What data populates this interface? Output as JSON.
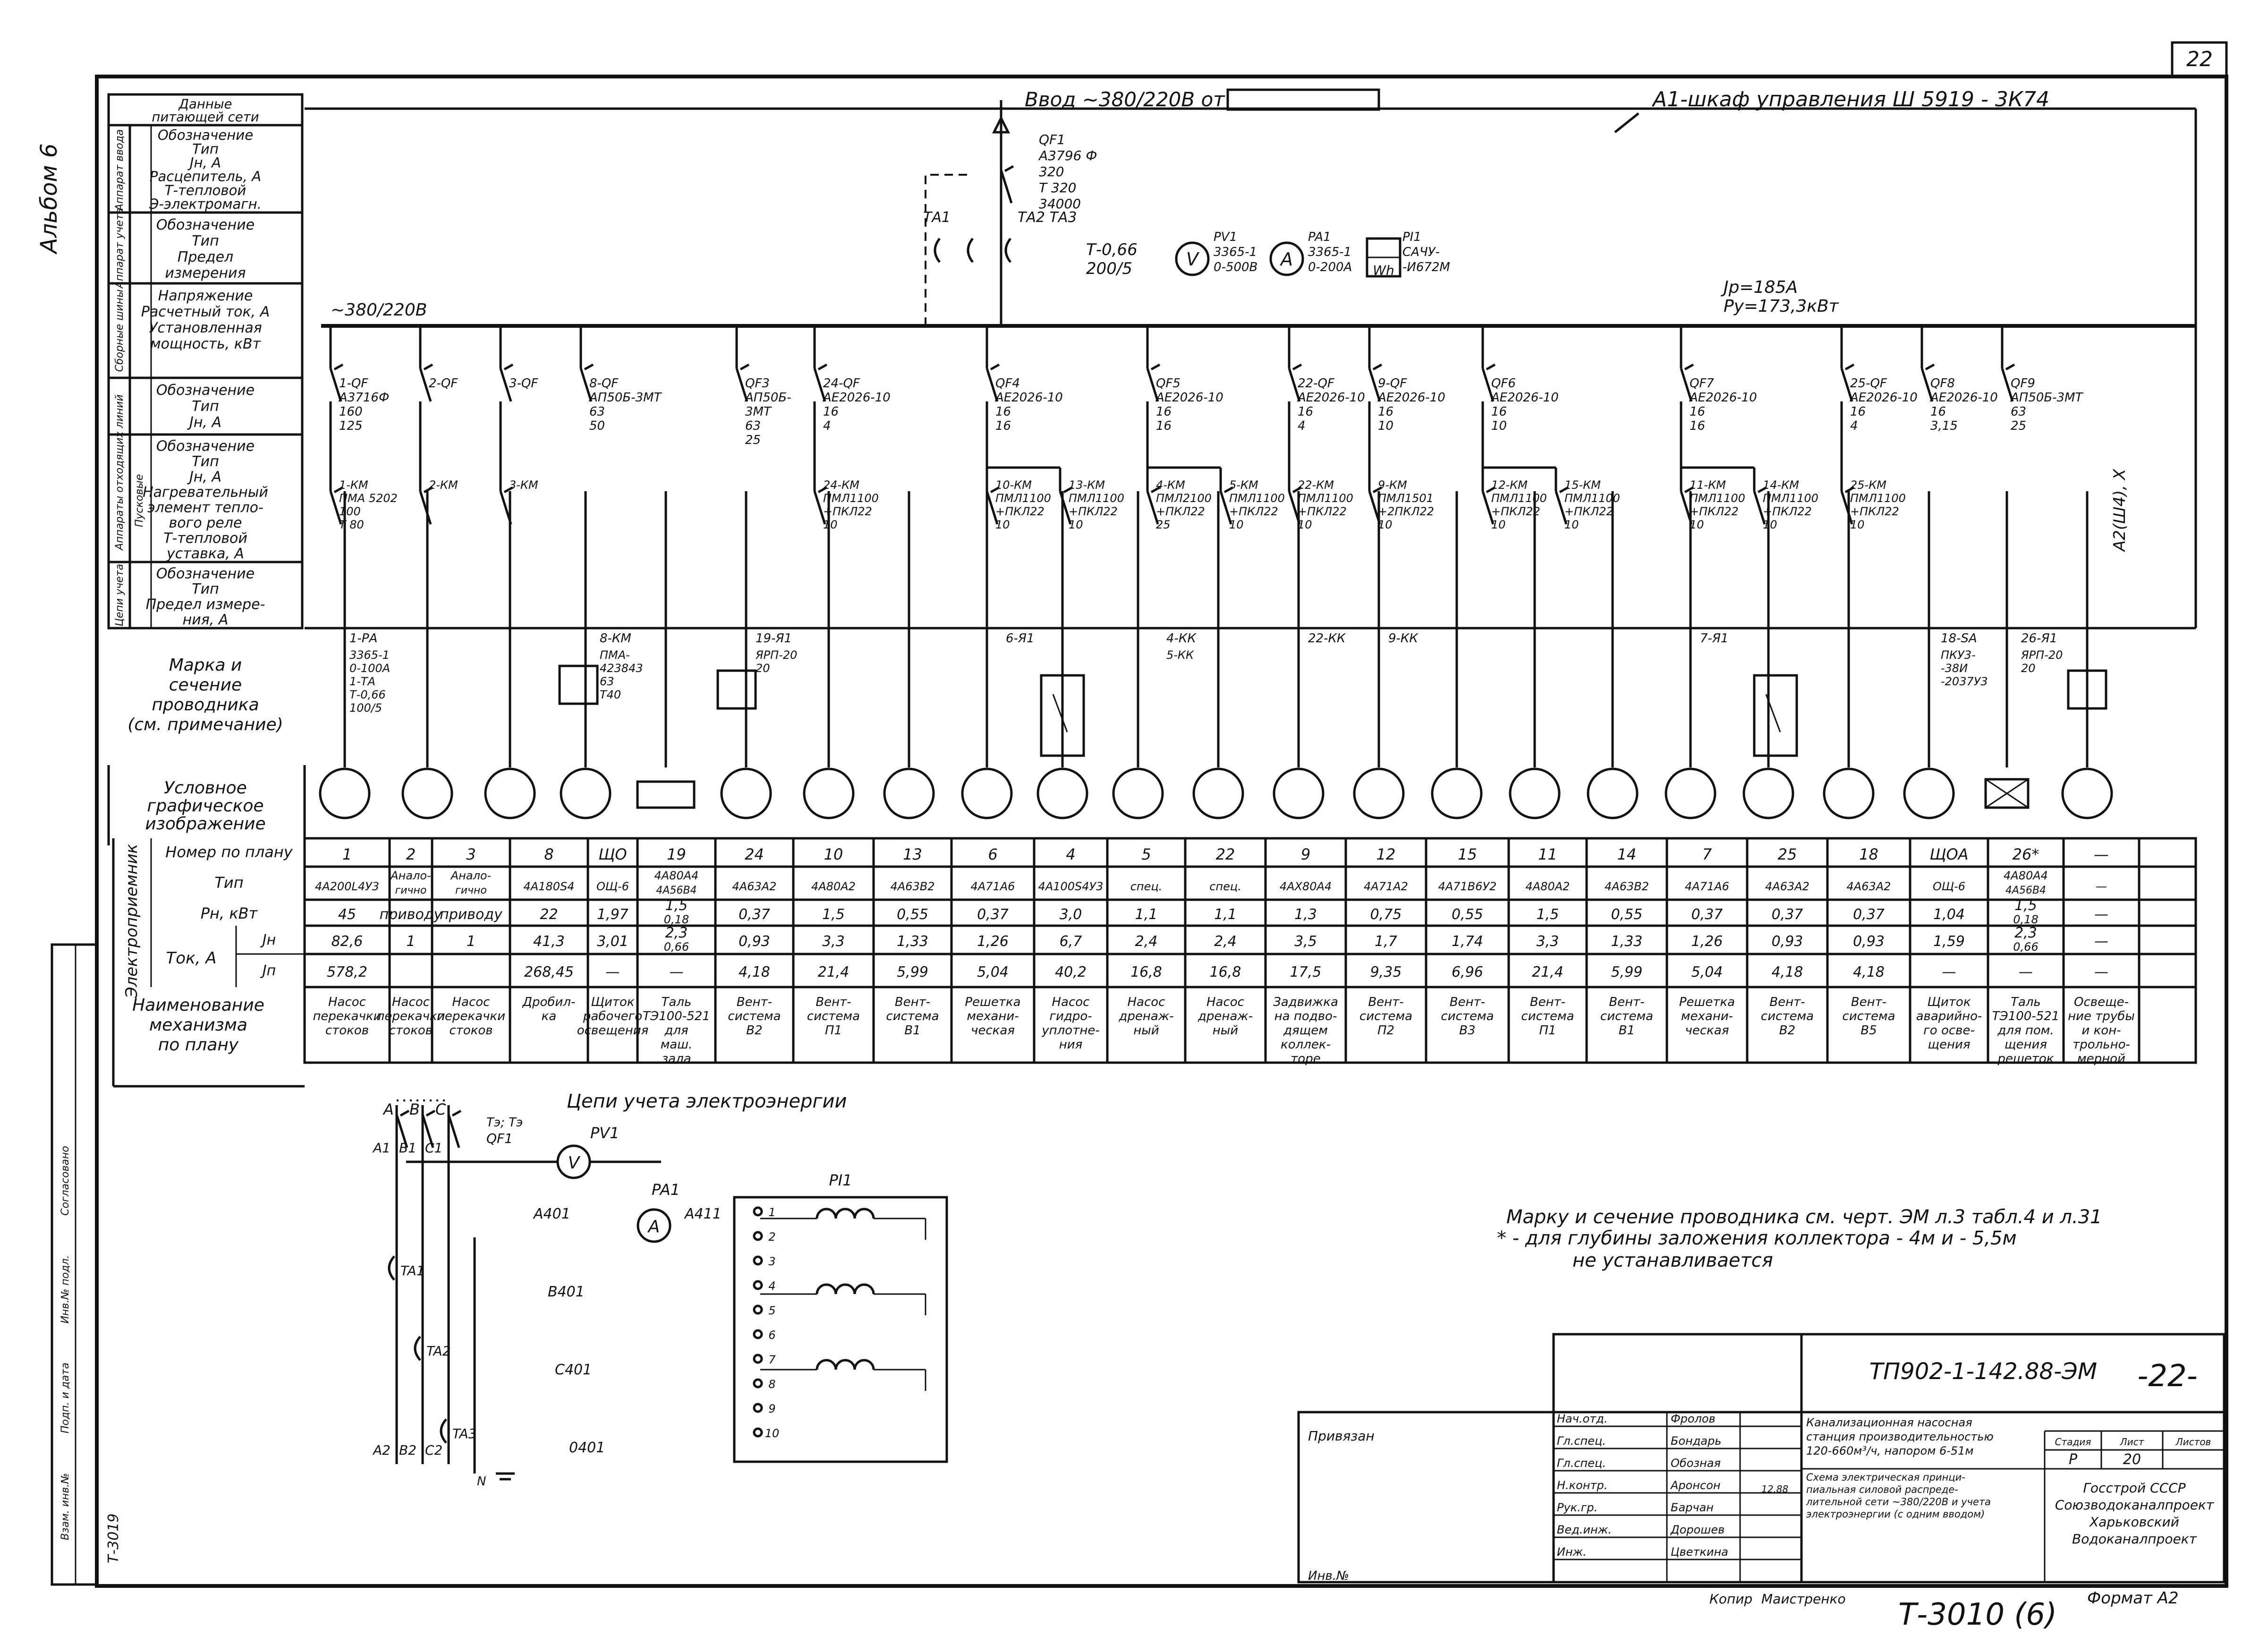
{
  "page_number": "22",
  "stamp": "Альбом 6",
  "title_top": "Ввод ~380/220В от",
  "cabinet": "А1-шкаф управления   Ш 5919 - 3К74",
  "busbar_voltage": "~380/220В",
  "load_total": [
    "Jр=185А",
    "Ру=173,3кВт"
  ],
  "main_breaker": [
    "QF1",
    "А3796 Ф",
    "320",
    "Т 320",
    "34000"
  ],
  "current_transformers": [
    "ТА1",
    "ТА2 ТА3",
    "Т-0,66",
    "200/5"
  ],
  "meters": [
    {
      "symbol": "V",
      "lines": [
        "PV1",
        "3365-1",
        "0-500В"
      ]
    },
    {
      "symbol": "A",
      "lines": [
        "PA1",
        "3365-1",
        "0-200А"
      ]
    },
    {
      "symbol": "Wh",
      "lines": [
        "PI1",
        "САЧУ-",
        "-И672М"
      ]
    }
  ],
  "left_panel": [
    [
      "Данные",
      "питающей сети"
    ],
    [
      "Обозначение",
      "Тип",
      "Jн, А",
      "Расцепитель, А",
      "Т-тепловой",
      "Э-электромагн."
    ],
    [
      "Обозначение",
      "Тип",
      "Предел",
      "измерения"
    ],
    [
      "Напряжение",
      "Расчетный ток, А",
      "Установленная",
      "мощность, кВт"
    ],
    [
      "Обозначение",
      "Тип",
      "Jн, А"
    ],
    [
      "Обозначение",
      "Тип",
      "Jн, А",
      "Нагревательный",
      "элемент тепло-",
      "вого реле",
      "Т-тепловой",
      "уставка, А"
    ],
    [
      "Обозначение",
      "Тип",
      "Предел измере-",
      "ния, А"
    ]
  ],
  "left_side_labels": [
    "Аппарат ввода",
    "Аппарат учета",
    "Сборные шины",
    "Аппараты отходящих линий",
    "Пусковые",
    "Цепи учета"
  ],
  "marking_label": [
    "Марка и",
    "сечение",
    "проводника",
    "(см. примечание)"
  ],
  "symbol_label": [
    "Условное",
    "графическое",
    "изображение"
  ],
  "consumer_label": "Электроприемник",
  "row_headers": {
    "plan": "Номер по плану",
    "type": "Тип",
    "power": "Рн, кВт",
    "current": "Ток, А",
    "jn": "Jн",
    "jp": "Jп",
    "mechanism": [
      "Наименование",
      "механизма",
      "по плану"
    ]
  },
  "feeders": [
    {
      "breaker": [
        "1-QF",
        "А3716Ф",
        "160",
        "125"
      ],
      "starter": [
        "1-КМ",
        "ПМА 5202",
        "100",
        "Т 80"
      ],
      "load": [
        "1-РА",
        "3365-1",
        "0-100А",
        "1-ТА",
        "Т-0,66",
        "100/5"
      ]
    },
    {
      "breaker": [
        "2-QF"
      ],
      "starter": [
        "2-КМ"
      ]
    },
    {
      "breaker": [
        "3-QF"
      ],
      "starter": [
        "3-КМ"
      ]
    },
    {
      "breaker": [
        "8-QF",
        "АП50Б-3МТ",
        "63",
        "50"
      ],
      "load": [
        "8-КМ",
        "ПМА-",
        "423843",
        "63",
        "Т40"
      ]
    },
    {
      "breaker": [
        "QF3",
        "АП50Б-",
        "3МТ",
        "63",
        "25"
      ],
      "load": [
        "19-Я1",
        "ЯРП-20",
        "20"
      ]
    },
    {
      "breaker": [
        "24-QF",
        "АЕ2026-10",
        "16",
        "4"
      ],
      "starter": [
        "24-КМ",
        "ПМЛ1100",
        "+ПКЛ22",
        "10"
      ]
    },
    {
      "breaker": [
        "QF4",
        "АЕ2026-10",
        "16",
        "16"
      ],
      "starter": [
        "10-КМ",
        "ПМЛ1100",
        "+ПКЛ22",
        "10"
      ],
      "starter2": [
        "13-КМ",
        "ПМЛ1100",
        "+ПКЛ22",
        "10"
      ],
      "load": [
        "6-Я1"
      ]
    },
    {
      "breaker": [
        "QF5",
        "АЕ2026-10",
        "16",
        "16"
      ],
      "starter": [
        "4-КМ",
        "ПМЛ2100",
        "+ПКЛ22",
        "25"
      ],
      "starter2": [
        "5-КМ",
        "ПМЛ1100",
        "+ПКЛ22",
        "10"
      ],
      "load": [
        "4-КК",
        "5-КК"
      ]
    },
    {
      "breaker": [
        "22-QF",
        "АЕ2026-10",
        "16",
        "4"
      ],
      "starter": [
        "22-КМ",
        "ПМЛ1100",
        "+ПКЛ22",
        "10"
      ],
      "load": [
        "22-КК"
      ]
    },
    {
      "breaker": [
        "9-QF",
        "АЕ2026-10",
        "16",
        "10"
      ],
      "starter": [
        "9-КМ",
        "ПМЛ1501",
        "+2ПКЛ22",
        "10"
      ],
      "load": [
        "9-КК"
      ]
    },
    {
      "breaker": [
        "QF6",
        "АЕ2026-10",
        "16",
        "10"
      ],
      "starter": [
        "12-КМ",
        "ПМЛ1100",
        "+ПКЛ22",
        "10"
      ],
      "starter2": [
        "15-КМ",
        "ПМЛ1100",
        "+ПКЛ22",
        "10"
      ]
    },
    {
      "breaker": [
        "QF7",
        "АЕ2026-10",
        "16",
        "16"
      ],
      "starter": [
        "11-КМ",
        "ПМЛ1100",
        "+ПКЛ22",
        "10"
      ],
      "starter2": [
        "14-КМ",
        "ПМЛ1100",
        "+ПКЛ22",
        "10"
      ],
      "load": [
        "7-Я1"
      ]
    },
    {
      "breaker": [
        "25-QF",
        "АЕ2026-10",
        "16",
        "4"
      ],
      "starter": [
        "25-КМ",
        "ПМЛ1100",
        "+ПКЛ22",
        "10"
      ]
    },
    {
      "breaker": [
        "QF8",
        "АЕ2026-10",
        "16",
        "3,15"
      ],
      "load": [
        "18-SA",
        "ПКУ3-",
        "-38И",
        "-2037У3"
      ]
    },
    {
      "breaker": [
        "QF9",
        "АП50Б-3МТ",
        "63",
        "25"
      ],
      "load": [
        "26-Я1",
        "ЯРП-20",
        "20"
      ]
    }
  ],
  "side_label": "А2(Ш4), Х",
  "table": {
    "plan": [
      "1",
      "2",
      "3",
      "8",
      "ЩО",
      "19",
      "24",
      "10",
      "13",
      "6",
      "4",
      "5",
      "22",
      "9",
      "12",
      "15",
      "11",
      "14",
      "7",
      "25",
      "18",
      "ЩОА",
      "26*",
      "—"
    ],
    "type": [
      "4А200L4У3",
      "Анало-",
      "Анало-",
      "4А180S4",
      "ОЩ-6",
      "4А80А4",
      "4А63А2",
      "4А80А2",
      "4А63В2",
      "4А71А6",
      "4А100S4У3",
      "спец.",
      "спец.",
      "4АХ80А4",
      "4А71А2",
      "4А71В6У2",
      "4А80А2",
      "4А63В2",
      "4А71А6",
      "4А63А2",
      "4А63А2",
      "ОЩ-6",
      "4А80А4",
      "—"
    ],
    "type2": [
      "",
      "гично",
      "гично",
      "",
      "",
      "4А56В4",
      "",
      "",
      "",
      "",
      "",
      "",
      "",
      "",
      "",
      "",
      "",
      "",
      "",
      "",
      "",
      "",
      "4А56В4",
      ""
    ],
    "power": [
      "45",
      "приводу",
      "приводу",
      "22",
      "1,97",
      "1,5",
      "0,37",
      "1,5",
      "0,55",
      "0,37",
      "3,0",
      "1,1",
      "1,1",
      "1,3",
      "0,75",
      "0,55",
      "1,5",
      "0,55",
      "0,37",
      "0,37",
      "0,37",
      "1,04",
      "1,5",
      "—"
    ],
    "power2": [
      "",
      "",
      "",
      "",
      "",
      "0,18",
      "",
      "",
      "",
      "",
      "",
      "",
      "",
      "",
      "",
      "",
      "",
      "",
      "",
      "",
      "",
      "",
      "0,18",
      ""
    ],
    "jn": [
      "82,6",
      "1",
      "1",
      "41,3",
      "3,01",
      "2,3",
      "0,93",
      "3,3",
      "1,33",
      "1,26",
      "6,7",
      "2,4",
      "2,4",
      "3,5",
      "1,7",
      "1,74",
      "3,3",
      "1,33",
      "1,26",
      "0,93",
      "0,93",
      "1,59",
      "2,3",
      "—"
    ],
    "jn2": [
      "",
      "",
      "",
      "",
      "",
      "0,66",
      "",
      "",
      "",
      "",
      "",
      "",
      "",
      "",
      "",
      "",
      "",
      "",
      "",
      "",
      "",
      "",
      "0,66",
      ""
    ],
    "jp": [
      "578,2",
      "",
      "",
      "268,45",
      "—",
      "—",
      "4,18",
      "21,4",
      "5,99",
      "5,04",
      "40,2",
      "16,8",
      "16,8",
      "17,5",
      "9,35",
      "6,96",
      "21,4",
      "5,99",
      "5,04",
      "4,18",
      "4,18",
      "—",
      "—",
      "—"
    ],
    "mechanism": [
      [
        "Насос",
        "перекачки",
        "стоков"
      ],
      [
        "Насос",
        "перекачки",
        "стоков"
      ],
      [
        "Насос",
        "перекачки",
        "стоков"
      ],
      [
        "Дробил-",
        "ка"
      ],
      [
        "Щиток",
        "рабочего",
        "освещения"
      ],
      [
        "Таль",
        "ТЭ100-521",
        "для",
        "маш.",
        "зала"
      ],
      [
        "Вент-",
        "система",
        "В2"
      ],
      [
        "Вент-",
        "система",
        "П1"
      ],
      [
        "Вент-",
        "система",
        "В1"
      ],
      [
        "Решетка",
        "механи-",
        "ческая"
      ],
      [
        "Насос",
        "гидро-",
        "уплотне-",
        "ния"
      ],
      [
        "Насос",
        "дренаж-",
        "ный"
      ],
      [
        "Насос",
        "дренаж-",
        "ный"
      ],
      [
        "Задвижка",
        "на подво-",
        "дящем",
        "коллек-",
        "торе"
      ],
      [
        "Вент-",
        "система",
        "П2"
      ],
      [
        "Вент-",
        "система",
        "В3"
      ],
      [
        "Вент-",
        "система",
        "П1"
      ],
      [
        "Вент-",
        "система",
        "В1"
      ],
      [
        "Решетка",
        "механи-",
        "ческая"
      ],
      [
        "Вент-",
        "система",
        "В2"
      ],
      [
        "Вент-",
        "система",
        "В5"
      ],
      [
        "Щиток",
        "аварийно-",
        "го осве-",
        "щения"
      ],
      [
        "Таль",
        "ТЭ100-521",
        "для пом.",
        "щения",
        "решеток"
      ],
      [
        "Освеще-",
        "ние трубы",
        "и кон-",
        "трольно-",
        "мерной"
      ]
    ]
  },
  "metering": {
    "title": "Цепи учета электроэнергии",
    "phases": [
      "A",
      "B",
      "C"
    ],
    "phase_outs": [
      "A1",
      "B1",
      "C1"
    ],
    "phase_ends": [
      "A2",
      "B2",
      "C2"
    ],
    "fuse": [
      "Тэ; Тэ",
      "QF1"
    ],
    "pv": [
      "PV1",
      "V"
    ],
    "pa": [
      "PA1",
      "A"
    ],
    "wires": [
      "A401",
      "A411",
      "B401",
      "C401",
      "0401"
    ],
    "cts": [
      "TA1",
      "TA2",
      "TA3"
    ],
    "counter": "PI1",
    "terminals": [
      "1",
      "2",
      "3",
      "4",
      "5",
      "6",
      "7",
      "8",
      "9",
      "10"
    ],
    "neutral": "N"
  },
  "notes": [
    "Марку и сечение проводника см. черт. ЭМ л.3 табл.4 и л.31",
    "* - для глубины заложения коллектора - 4м и - 5,5м",
    "не устанавливается"
  ],
  "title_block": {
    "doc_code": "ТП902-1-142.88-ЭМ",
    "sheet_no": "-22-",
    "roles": [
      "Нач.отд.",
      "Гл.спец.",
      "Гл.спец.",
      "Н.контр.",
      "Рук.гр.",
      "Вед.инж.",
      "Инж."
    ],
    "names": [
      "Фролов",
      "Бондарь",
      "Обозная",
      "Аронсон",
      "Барчан",
      "Дорошев",
      "Цветкина"
    ],
    "linked": "Привязан",
    "inv": "Инв.№",
    "date": "12.88",
    "description": [
      "Канализационная насосная",
      "станция производительностью",
      "120-660м³/ч, напором 6-51м"
    ],
    "sheet_caption": [
      "Схема электрическая принци-",
      "пиальная силовой распреде-",
      "лительной сети ~380/220В и учета",
      "электроэнергии (с одним вводом)"
    ],
    "stage_labels": [
      "Стадия",
      "Лист",
      "Листов"
    ],
    "stage_values": [
      "Р",
      "20",
      ""
    ],
    "org": [
      "Госстрой СССР",
      "Союзводоканалпроект",
      "Харьковский",
      "Водоканалпроект"
    ]
  },
  "footer": {
    "copied": "Копир",
    "copier_name": "Маистренко",
    "format": "Формат А2",
    "archive": "Т-3010 (6)"
  },
  "left_margin": [
    "Т-3019",
    "Согласовано",
    "Инв.№ подл.",
    "Подп. и дата",
    "Взам. инв.№"
  ]
}
